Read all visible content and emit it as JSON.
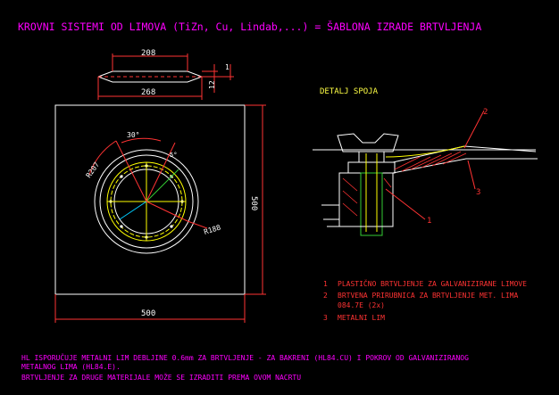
{
  "title": "KROVNI SISTEMI OD LIMOVA (TiZn, Cu, Lindab,...) = ŠABLONA IZRADE BRTVLJENJA",
  "detail_title": "DETALJ SPOJA",
  "dims": {
    "top_208": "208",
    "top_268": "268",
    "side_12": "12",
    "side_1": "1",
    "right_500": "500",
    "bottom_500": "500",
    "angle_30": "30°",
    "r207": "R207",
    "r188": "R188",
    "angle_small": "5°"
  },
  "callouts": [
    "1",
    "2",
    "3"
  ],
  "legend": [
    {
      "num": "1",
      "text": "PLASTIČNO BRTVLJENJE ZA GALVANIZIRANE LIMOVE"
    },
    {
      "num": "2",
      "text": "BRTVENA PRIRUBNICA ZA BRTVLJENJE MET. LIMA",
      "text2": "084.7E (2x)"
    },
    {
      "num": "3",
      "text": "METALNI LIM"
    }
  ],
  "notes": [
    "HL ISPORUČUJE METALNI LIM DEBLJINE 0.6mm ZA BRTVLJENJE - ZA BAKRENI (HL84.CU) I POKROV OD GALVANIZIRANOG",
    "METALNOG LIMA (HL84.E).",
    "BRTVLJENJE ZA DRUGE MATERIJALE MOŽE SE IZRADITI PREMA OVOM NACRTU"
  ],
  "colors": {
    "background": "#000000",
    "title": "#ff00ff",
    "dimension": "#ff3333",
    "outline": "#ffffff",
    "detail_text": "#ffff44",
    "hatch": "#ffff00",
    "center": "#00ccff",
    "green": "#33cc33",
    "notes": "#ff00ff"
  }
}
